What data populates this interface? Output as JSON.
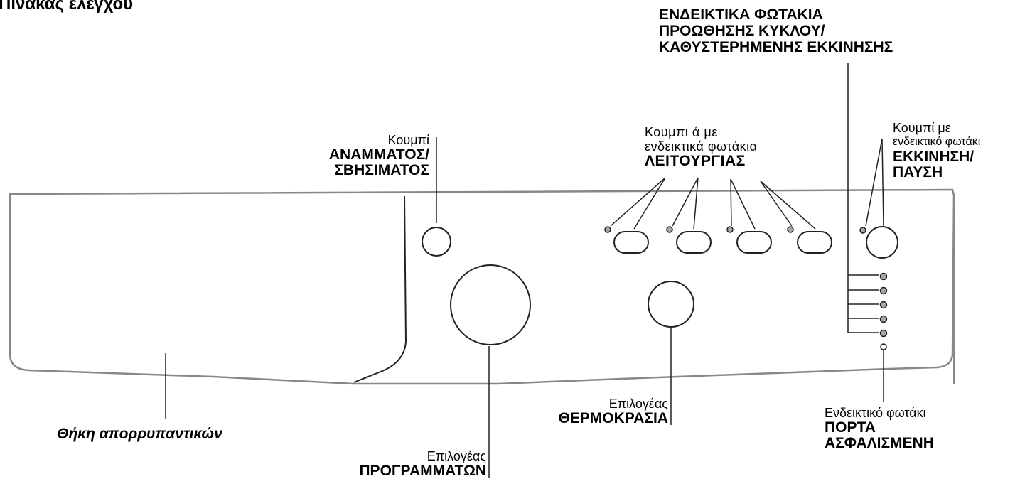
{
  "title": "Πίνακας ελέγχου",
  "labels": {
    "onoff": {
      "small": "Κουμπί",
      "bold1": "ΑΝΑΜΜΑΤΟΣ/",
      "bold2": "ΣΒΗΣΙΜΑΤΟΣ"
    },
    "function": {
      "small1": "Κουμπι ά με",
      "small2": "ενδεικτικά φωτάκια",
      "bold1": "ΛΕΙΤΟΥΡΓΙΑΣ"
    },
    "start": {
      "small1": "Κουμπί με",
      "small2": "ενδεικτικό φωτάκι",
      "bold1": "ΕΚΚΙΝΗΣΗ/",
      "bold2": "ΠΑΥΣΗ"
    },
    "progress": {
      "bold1": "ΕΝΔΕΙΚΤΙΚΑ ΦΩΤΑΚΙΑ",
      "bold2": "ΠΡΟΩΘΗΣΗΣ ΚΥΚΛΟΥ/",
      "bold3": "ΚΑΘΥΣΤΕΡΗΜΕΝΗΣ ΕΚΚΙΝΗΣΗΣ"
    },
    "door": {
      "small1": "Ενδεικτικό φωτάκι",
      "bold1": "ΠΟΡΤΑ",
      "bold2": "ΑΣΦΑΛΙΣΜΕΝΗ"
    },
    "temperature": {
      "small1": "Επιλογέας",
      "bold1": "ΘΕΡΜΟΚΡΑΣΙΑ"
    },
    "programs": {
      "small1": "Επιλογέας",
      "bold1": "ΠΡΟΓΡΑΜΜΑΤΩΝ"
    },
    "drawer": "Θήκη απορρυπαντικών"
  },
  "colors": {
    "led_fill": "#a6a6a6",
    "stroke": "#222222",
    "panel_stroke": "#777777"
  }
}
